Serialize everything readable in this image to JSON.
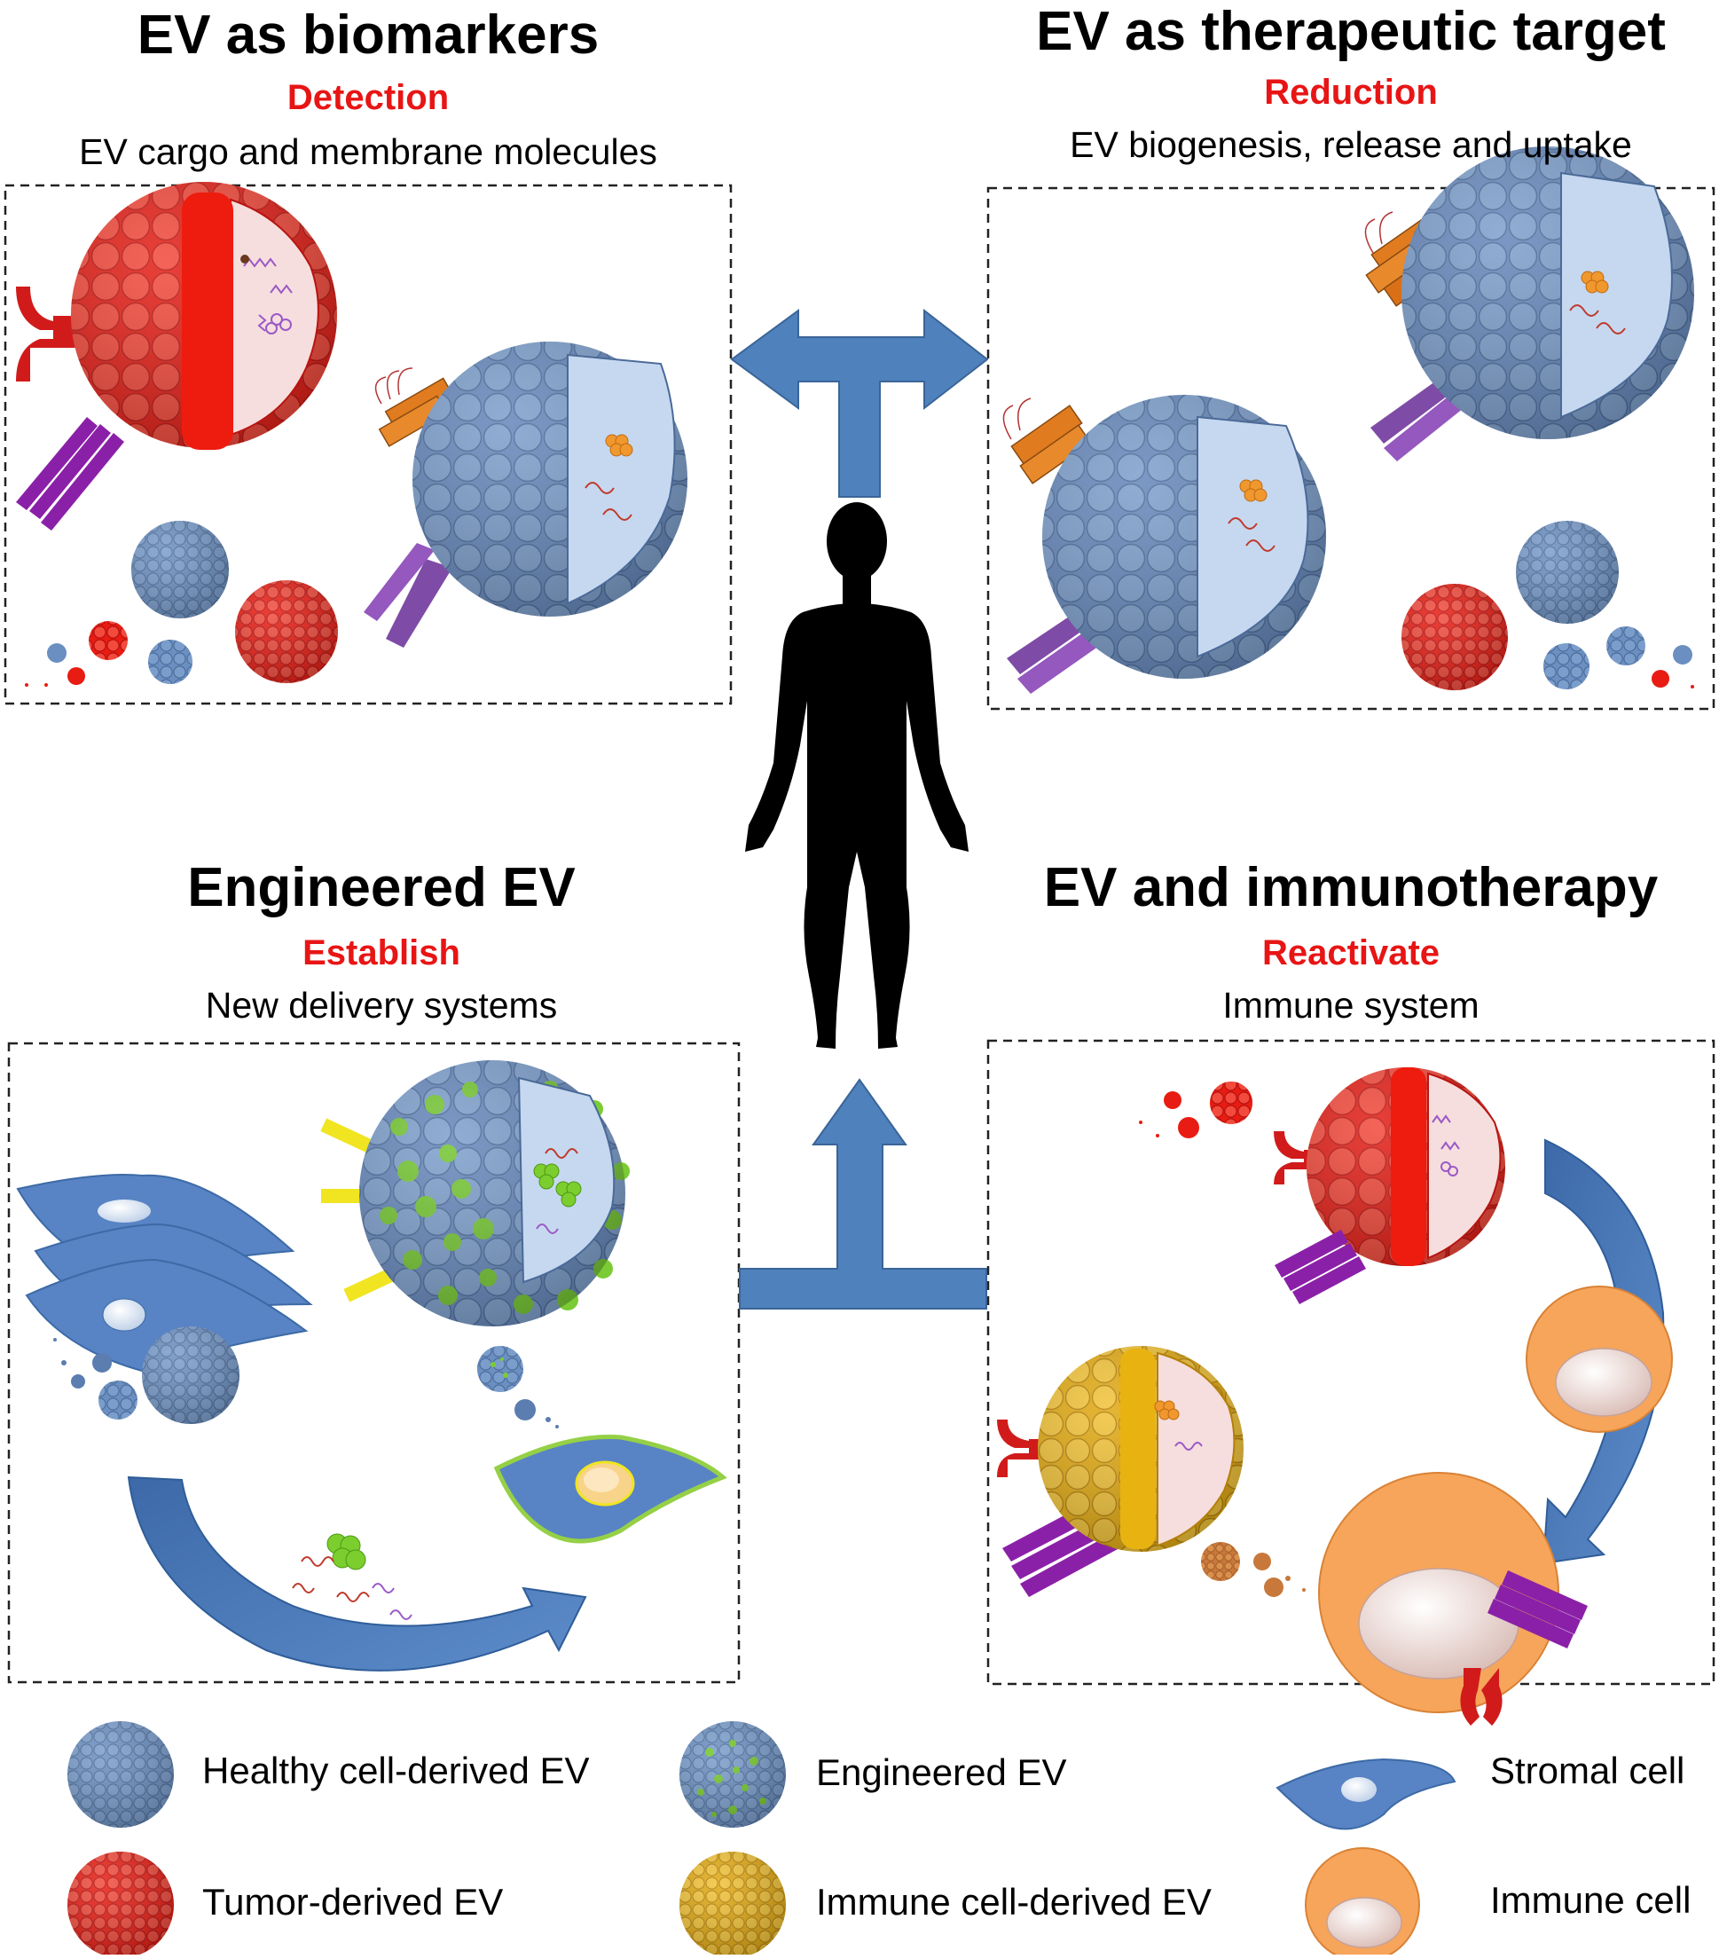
{
  "colors": {
    "healthy_ev": "#6a8fc0",
    "tumor_ev": "#ee2a1d",
    "engineered_dot": "#7ccd2e",
    "immune_ev": "#eab51c",
    "stromal_cell": "#5883c4",
    "immune_cell": "#f6a55a",
    "arrow": "#4f81bd",
    "heading_accent": "#e81515",
    "orange_receptor": "#e07c1f",
    "purple_receptor": "#8b20a8",
    "red_receptor": "#d11b1b"
  },
  "panels": {
    "biomarkers": {
      "title": "EV as biomarkers",
      "verb": "Detection",
      "desc": "EV cargo and membrane molecules"
    },
    "therapeutic": {
      "title": "EV as therapeutic target",
      "verb": "Reduction",
      "desc": "EV biogenesis, release and uptake"
    },
    "engineered": {
      "title": "Engineered EV",
      "verb": "Establish",
      "desc": "New delivery systems"
    },
    "immunotherapy": {
      "title": "EV and immunotherapy",
      "verb": "Reactivate",
      "desc": "Immune system"
    }
  },
  "legend": [
    {
      "icon": "healthy-ev-icon",
      "label": "Healthy cell-derived EV"
    },
    {
      "icon": "engineered-ev-icon",
      "label": "Engineered EV"
    },
    {
      "icon": "stromal-cell-icon",
      "label": "Stromal cell"
    },
    {
      "icon": "tumor-ev-icon",
      "label": "Tumor-derived EV"
    },
    {
      "icon": "immune-ev-icon",
      "label": "Immune cell-derived EV"
    },
    {
      "icon": "immune-cell-icon",
      "label": "Immune cell"
    }
  ]
}
